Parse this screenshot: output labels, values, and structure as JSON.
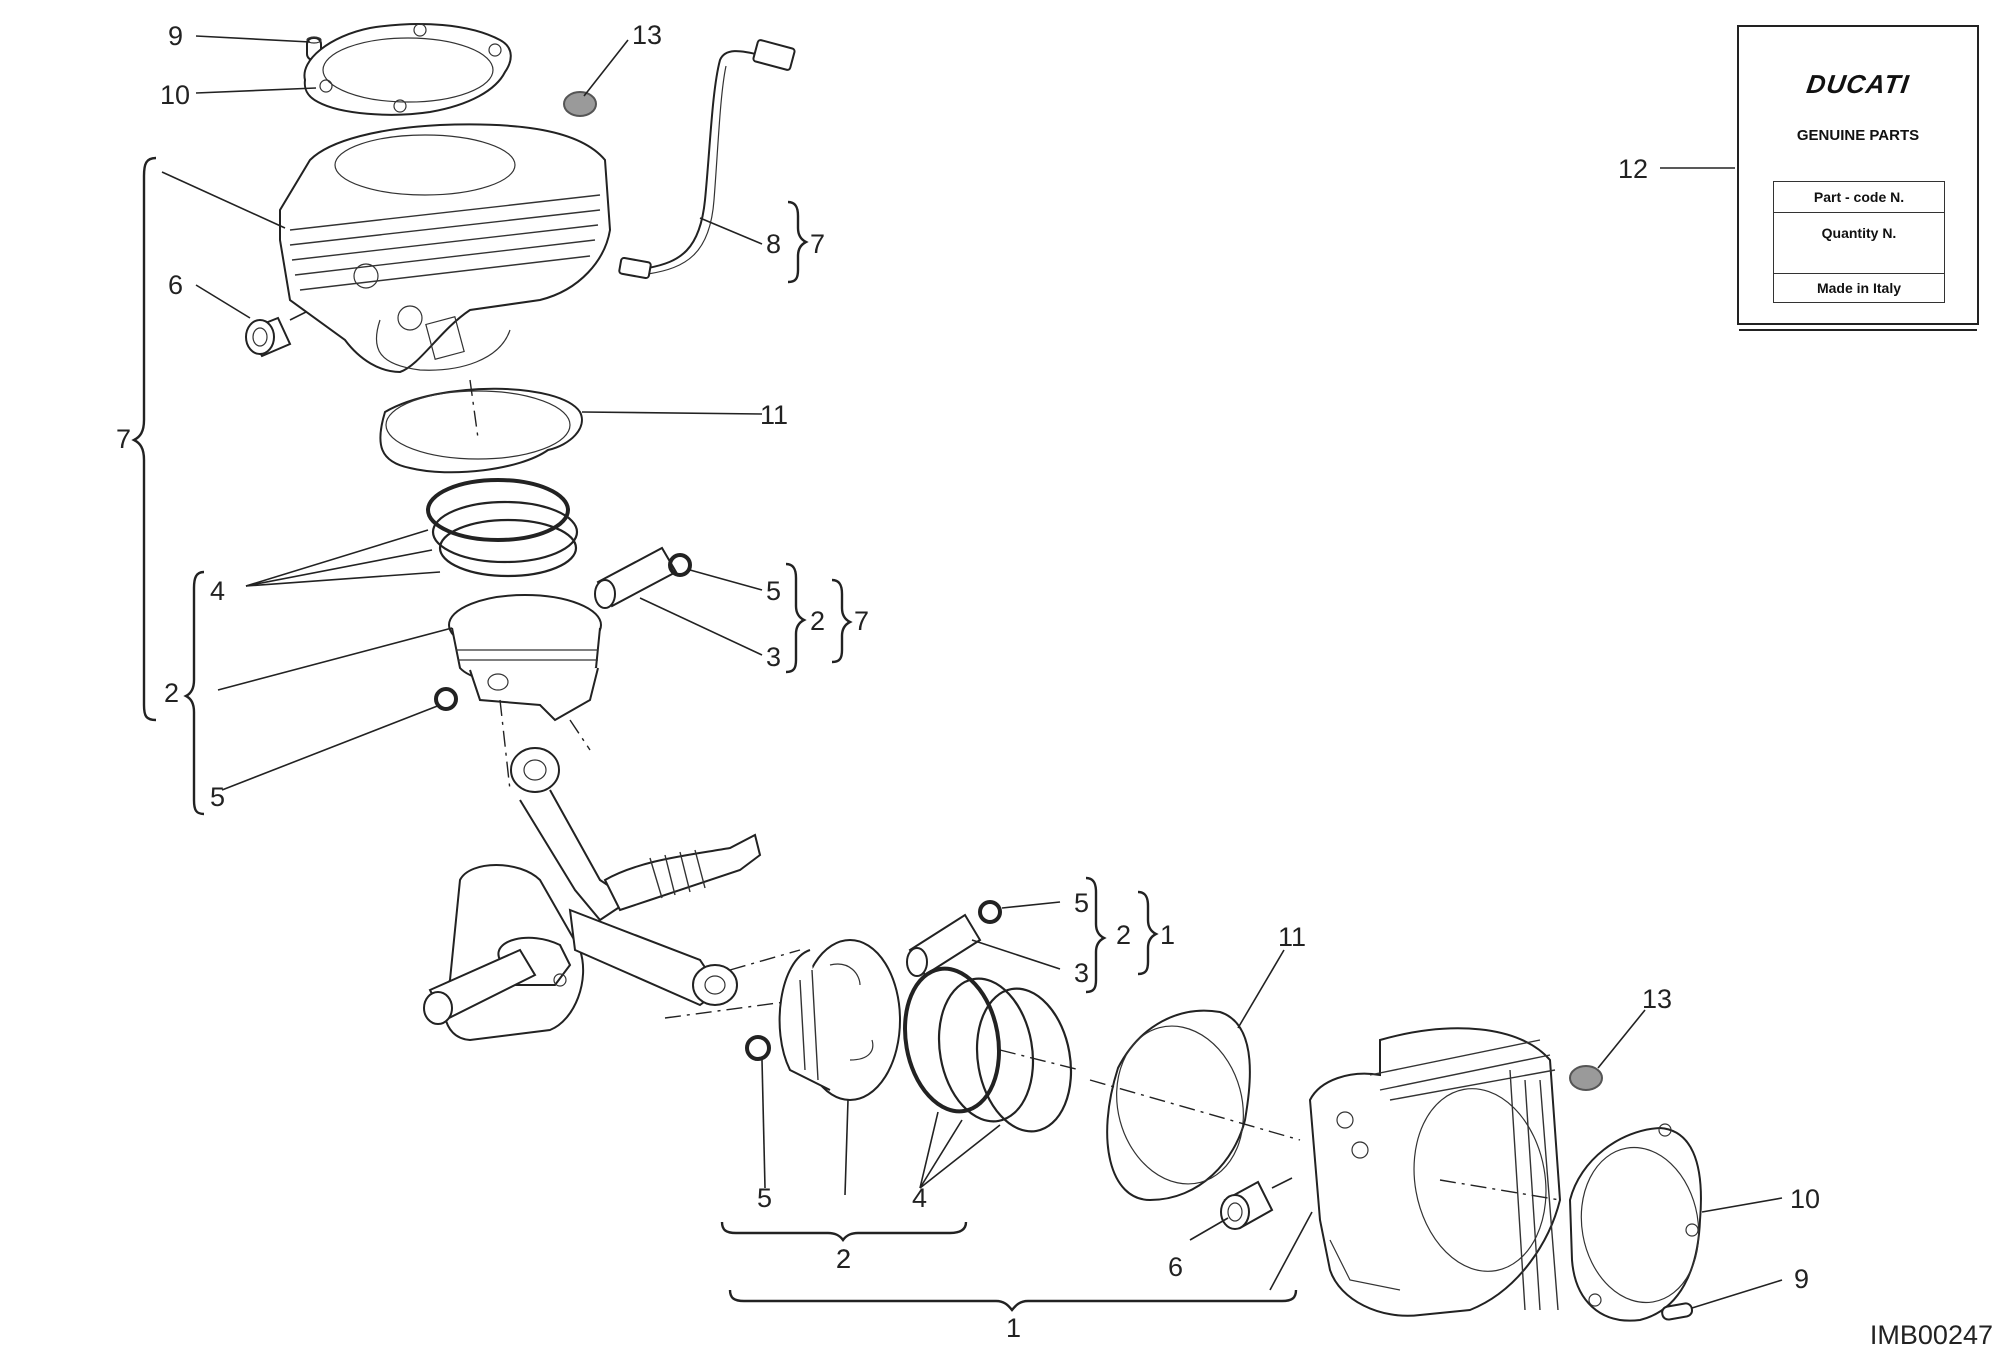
{
  "callouts": {
    "c9_top": "9",
    "c10_top": "10",
    "c13_top": "13",
    "c6_top": "6",
    "c8": "8",
    "c7_sensor": "7",
    "c7_main": "7",
    "c11_top": "11",
    "c4_top": "4",
    "c5_top_right": "5",
    "c3_top": "3",
    "c2_top_group": "2",
    "c7_piston_group": "7",
    "c2_top_left": "2",
    "c5_top_left": "5",
    "c5_mid_right": "5",
    "c3_mid": "3",
    "c2_mid_group": "2",
    "c1_mid_group": "1",
    "c11_bottom": "11",
    "c13_bottom": "13",
    "c10_bottom": "10",
    "c9_bottom": "9",
    "c6_bottom": "6",
    "c5_bottom": "5",
    "c2_bottom_piston": "2",
    "c4_bottom": "4",
    "c2_bottom_group": "2",
    "c1_bottom_group": "1",
    "c12": "12"
  },
  "label_card": {
    "brand": "DUCATI",
    "subtitle": "GENUINE PARTS",
    "rows": [
      "Part - code N.",
      "Quantity N.",
      "Made in Italy"
    ]
  },
  "image_code": "IMB00247"
}
